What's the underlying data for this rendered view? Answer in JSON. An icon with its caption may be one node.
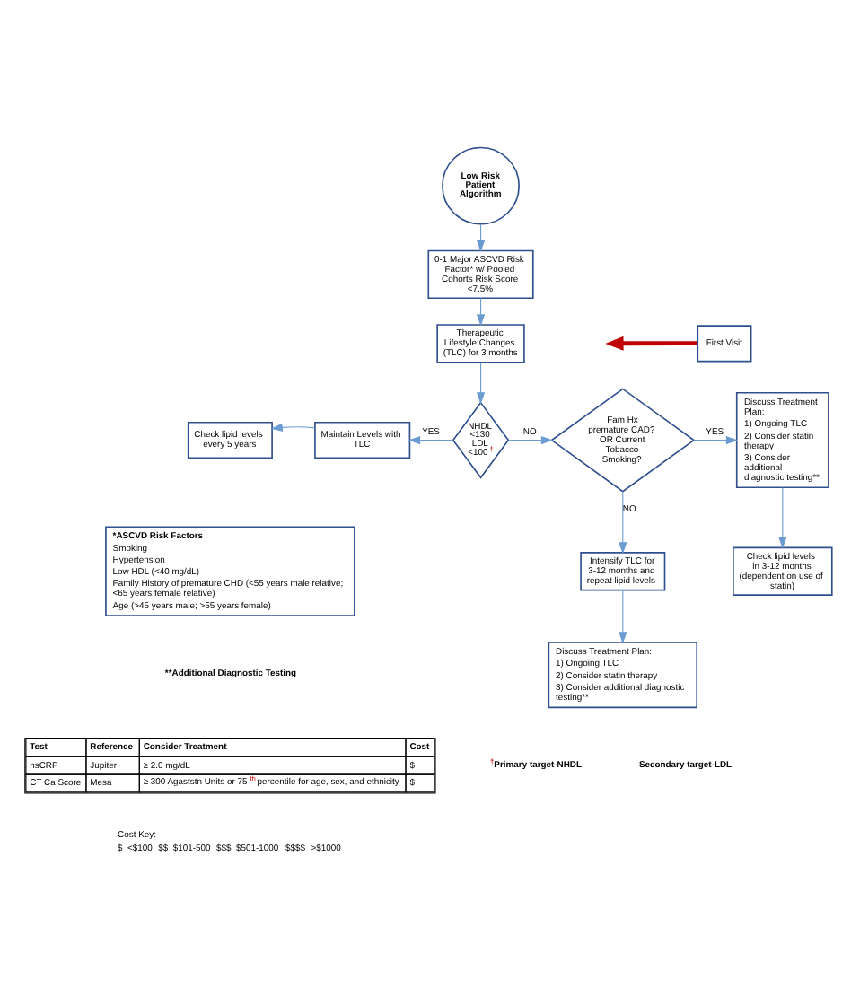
{
  "diagram": {
    "nodes": [
      {
        "text": [
          "Low Risk Patient Algorithm"
        ]
      },
      {
        "text": [
          "0-1 Major ASCVD Risk Factor* w/ Pooled Cohorts Risk Score <7.5%"
        ]
      },
      {
        "text": [
          "Therapeutic Lifestyle Changes (TLC) for 3 months"
        ]
      },
      {
        "text": [
          "First Visit"
        ]
      },
      {
        "text": [
          "NHDL <130 LDL <100$^{†}$"
        ]
      },
      {
        "text": [
          "Maintain Levels with TLC"
        ]
      },
      {
        "text": [
          "Check lipid levels every 5 years"
        ]
      },
      {
        "text": [
          "Fam Hx premature CAD? OR Current Tobacco Smoking?"
        ]
      },
      {
        "text": [
          "Discuss Treatment Plan:",
          "1) Ongoing TLC",
          "2) Consider statin therapy",
          "3) Consider additional diagnostic testing**"
        ]
      },
      {
        "text": [
          "Check lipid levels in 3-12 months (dependent on use of statin)"
        ]
      },
      {
        "text": [
          "Intensify TLC for 3-12 months and repeat lipid levels"
        ]
      },
      {
        "text": [
          "Discuss Treatment Plan:",
          "1) Ongoing TLC",
          "2) Consider statin therapy",
          "3) Consider additional diagnostic testing**"
        ]
      },
      {
        "text": [
          "*ASCVD Risk Factors",
          "Smoking",
          "Hypertension",
          "Low HDL (<40 mg/dL)",
          "Family History of premature CHD (<55 years male relative; <65 years female relative)",
          "Age (>45 years male; >55 years female)"
        ]
      }
    ],
    "edges": [
      {
        "from": 0,
        "to": 1,
        "arrow": "to"
      },
      {
        "from": 1,
        "to": 2,
        "arrow": "to"
      },
      {
        "from": 3,
        "to": null,
        "arrow": "to",
        "style": "thick",
        "color": "#c00000"
      },
      {
        "from": 2,
        "to": 4,
        "arrow": "to"
      },
      {
        "from": 4,
        "to": 5,
        "arrow": "to",
        "label": "YES"
      },
      {
        "from": 5,
        "to": 6,
        "arrow": "to"
      },
      {
        "from": 4,
        "to": 7,
        "arrow": "to",
        "label": "NO"
      },
      {
        "from": 7,
        "to": 8,
        "arrow": "to",
        "label": "YES"
      },
      {
        "from": 8,
        "to": 9,
        "arrow": "to"
      },
      {
        "from": 7,
        "to": 10,
        "arrow": "to",
        "label": "NO"
      },
      {
        "from": 10,
        "to": 11,
        "arrow": "to"
      }
    ],
    "labels": [
      "**Additional Diagnostic Testing",
      "Test",
      "Reference",
      "Consider Treatment",
      "Cost",
      "hsCRP",
      "Jupiter",
      "≥ 2.0 mg/dL",
      "$",
      "CT Ca Score",
      "Mesa",
      "≥ 300 Agaststn Units or 75$^{th}$ percentile for age, sex, and ethnicity",
      "$",
      "Cost Key:",
      "$",
      "<$100",
      "$$",
      "$101-500",
      "$$$",
      "$501-1000",
      "$$$$",
      ">$1000",
      "$^{†}$Primary target-NHDL",
      "Secondary target-LDL"
    ]
  }
}
